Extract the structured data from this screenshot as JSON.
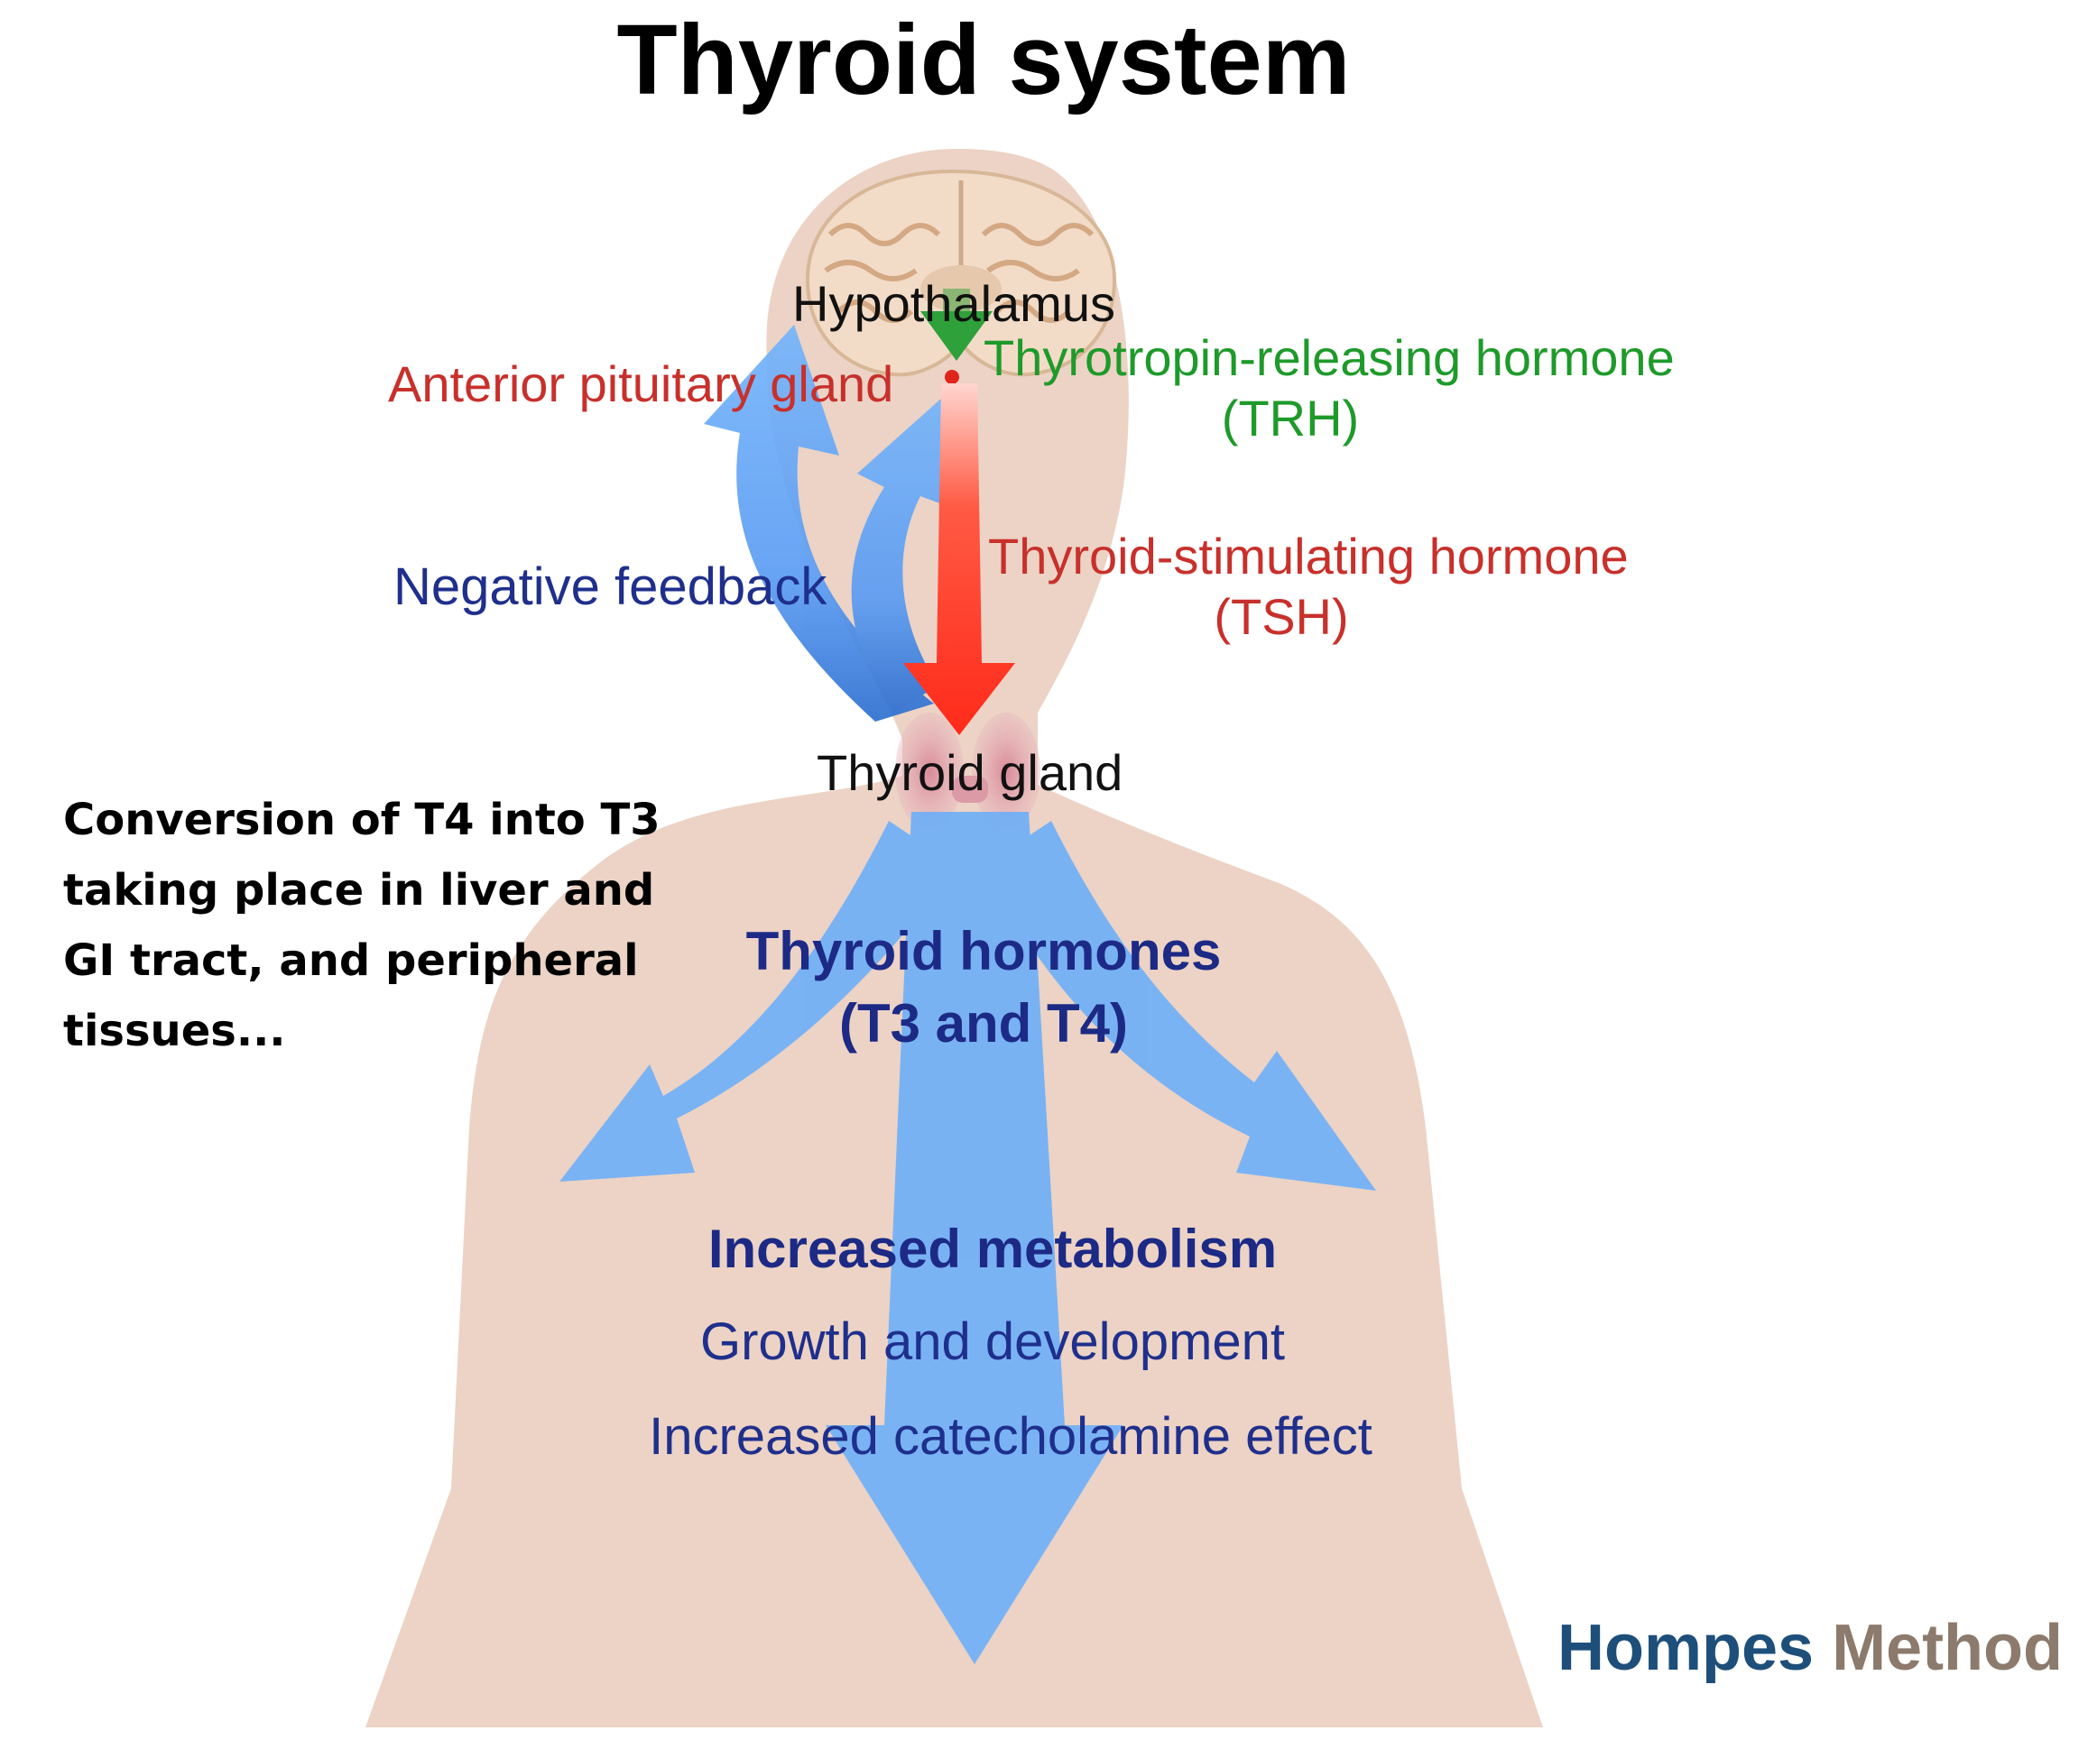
{
  "title": "Thyroid system",
  "labels": {
    "hypothalamus": "Hypothalamus",
    "anterior_pituitary": "Anterior pituitary gland",
    "trh_line1": "Thyrotropin-releasing hormone",
    "trh_line2": "(TRH)",
    "tsh_line1": "Thyroid-stimulating hormone",
    "tsh_line2": "(TSH)",
    "negative_feedback": "Negative feedback",
    "thyroid_gland": "Thyroid gland",
    "thyroid_hormones_line1": "Thyroid hormones",
    "thyroid_hormones_line2": "(T3 and T4)",
    "increased_metabolism": "Increased metabolism",
    "growth": "Growth and development",
    "catecholamine": "Increased catecholamine effect"
  },
  "conversion_note": "Conversion of T4 into T3 taking place in liver and GI tract, and peripheral tissues...",
  "brand": {
    "part1": "Hompes",
    "part2": "Method"
  },
  "colors": {
    "body": "#ecd3c5",
    "arrow_blue": "#6aaefa",
    "tsh_red": "#ff2a1a",
    "trh_green": "#2ea13a",
    "label_red": "#c8302b",
    "label_green": "#1e9a2a",
    "label_blue": "#1f2f8c"
  },
  "icons": [
    "brain-icon",
    "thyroid-gland-icon"
  ]
}
